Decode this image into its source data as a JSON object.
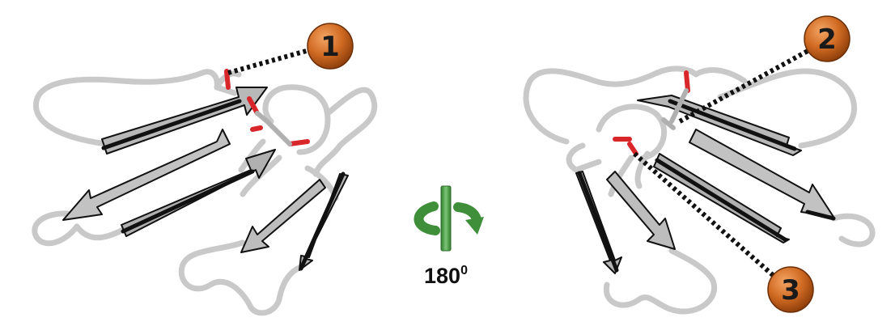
{
  "badges": [
    {
      "label": "1",
      "color": "#c8601e"
    },
    {
      "label": "2",
      "color": "#c8601e"
    },
    {
      "label": "3",
      "color": "#c8601e"
    }
  ],
  "rotation": {
    "label_number": "180",
    "label_unit": "0",
    "icon": "rotate-axis-icon",
    "icon_color": "#4fa04b"
  },
  "colors": {
    "ribbon_fill": "#b9b9b9",
    "ribbon_edge": "#111111",
    "loop": "#c4c4c4",
    "disulfide": "#d9262b",
    "dots": "#111111"
  }
}
